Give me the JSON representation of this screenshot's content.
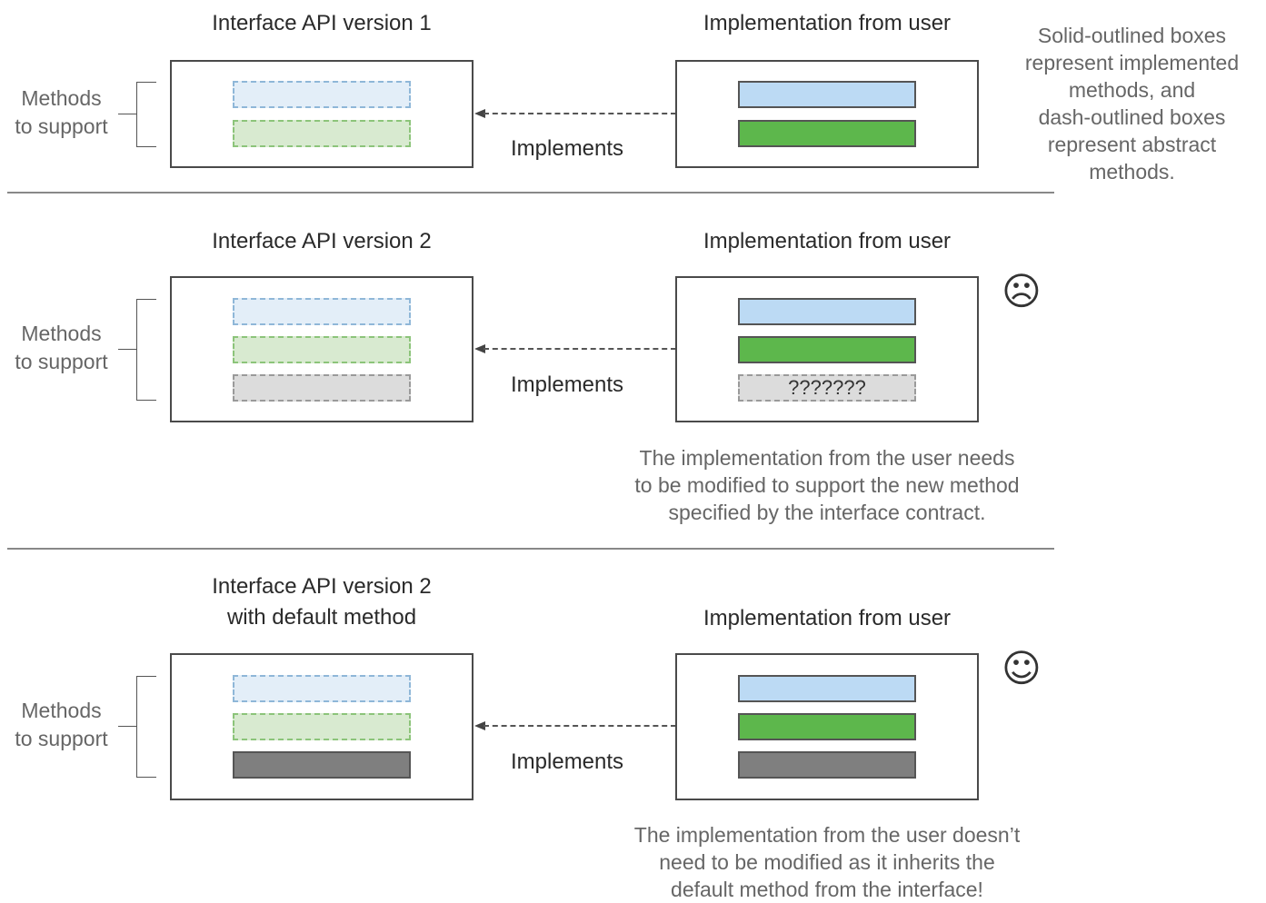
{
  "legend_note": [
    "Solid-outlined boxes",
    "represent implemented",
    "methods, and",
    "dash-outlined boxes",
    "represent abstract",
    "methods."
  ],
  "sections": [
    {
      "interface_title": [
        "Interface API version 1"
      ],
      "implementation_title": "Implementation from user",
      "methods_label": [
        "Methods",
        "to support"
      ],
      "arrow_label": "Implements",
      "missing_method_text": "",
      "face": "",
      "note": []
    },
    {
      "interface_title": [
        "Interface API version 2"
      ],
      "implementation_title": "Implementation from user",
      "methods_label": [
        "Methods",
        "to support"
      ],
      "arrow_label": "Implements",
      "missing_method_text": "???????",
      "face": "sad-face",
      "note": [
        "The implementation from the user needs",
        "to be modified to support the new method",
        "specified by the interface contract."
      ]
    },
    {
      "interface_title": [
        "Interface API version 2",
        "with default method"
      ],
      "implementation_title": "Implementation from user",
      "methods_label": [
        "Methods",
        "to support"
      ],
      "arrow_label": "Implements",
      "missing_method_text": "",
      "face": "happy-face",
      "note": [
        "The implementation from the user doesn’t",
        "need to be modified as it inherits the",
        "default method from the interface!"
      ]
    }
  ],
  "colors": {
    "abstract_blue": "#e3eef8",
    "abstract_green": "#d8ead0",
    "abstract_gray": "#dcdcdc",
    "implemented_blue": "#bcdaf4",
    "implemented_green": "#5db74c",
    "implemented_gray": "#7f7f7f"
  }
}
